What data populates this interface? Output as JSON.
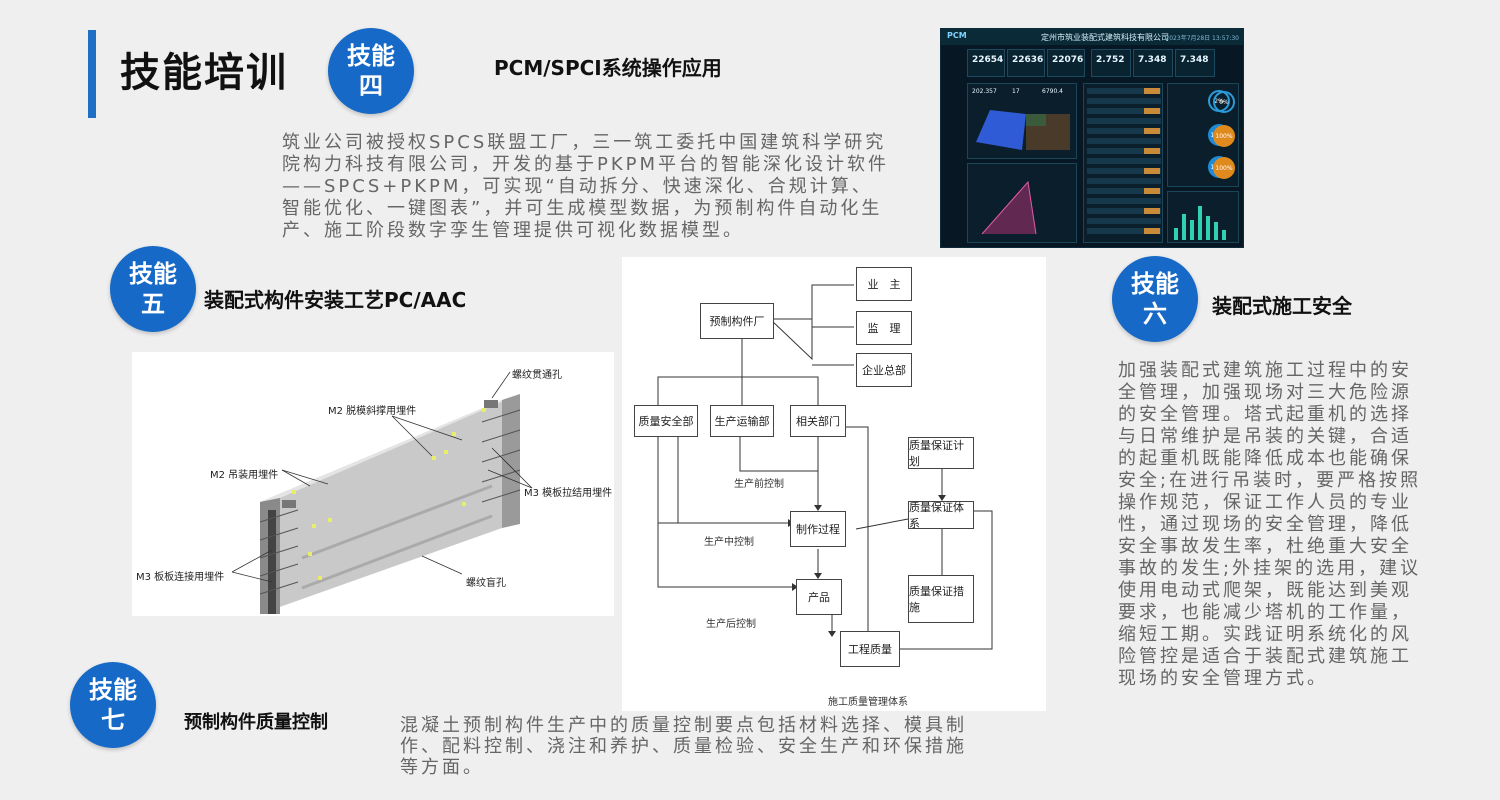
{
  "page": {
    "title": "技能培训"
  },
  "sections": {
    "s4": {
      "badge_top": "技能",
      "badge_bottom": "四",
      "title": "PCM/SPCI系统操作应用",
      "paragraph": "筑业公司被授权SPCS联盟工厂，三一筑工委托中国建筑科学研究院构力科技有限公司，开发的基于PKPM平台的智能深化设计软件——SPCS+PKPM，可实现“自动拆分、快速深化、合规计算、智能优化、一键图表”，并可生成模型数据，为预制构件自动化生产、施工阶段数字孪生管理提供可视化数据模型。"
    },
    "s5": {
      "badge_top": "技能",
      "badge_bottom": "五",
      "title": "装配式构件安装工艺PC/AAC"
    },
    "s6": {
      "badge_top": "技能",
      "badge_bottom": "六",
      "title": "装配式施工安全",
      "paragraph": "加强装配式建筑施工过程中的安全管理，加强现场对三大危险源的安全管理。塔式起重机的选择与日常维护是吊装的关键，合适的起重机既能降低成本也能确保安全;在进行吊装时，要严格按照操作规范，保证工作人员的专业性，通过现场的安全管理，降低安全事故发生率，杜绝重大安全事故的发生;外挂架的选用，建议使用电动式爬架，既能达到美观要求，也能减少塔机的工作量，缩短工期。实践证明系统化的风险管控是适合于装配式建筑施工现场的安全管理方式。"
    },
    "s7": {
      "badge_top": "技能",
      "badge_bottom": "七",
      "title": "预制构件质量控制",
      "paragraph": "混凝土预制构件生产中的质量控制要点包括材料选择、模具制作、配料控制、浇注和养护、质量检验、安全生产和环保措施等方面。"
    }
  },
  "dashboard": {
    "logo": "PCM",
    "title": "定州市筑业装配式建筑科技有限公司",
    "time": "2023年7月28日 13:57:30",
    "kpis": [
      "22654",
      "22636",
      "22076",
      "2.752",
      "7.348",
      "7.348"
    ],
    "left_values": [
      "202.357",
      "17",
      "6790.4"
    ],
    "rings": [
      "2%",
      "0%",
      "100%",
      "100%",
      "100%",
      "100%"
    ]
  },
  "component": {
    "labels": {
      "l1": "螺纹贯通孔",
      "l2": "M2 脱模斜撑用埋件",
      "l3": "M2 吊装用埋件",
      "l4": "M3 模板拉结用埋件",
      "l5": "M3 板板连接用埋件",
      "l6": "螺纹盲孔"
    }
  },
  "flowchart": {
    "owner": "业　主",
    "supervisor": "监　理",
    "hq": "企业总部",
    "factory": "预制构件厂",
    "qa_dept": "质量安全部",
    "prod_dept": "生产运输部",
    "related_dept": "相关部门",
    "qa_plan": "质量保证计划",
    "process": "制作过程",
    "qa_system": "质量保证体系",
    "product": "产品",
    "qa_measures": "质量保证措施",
    "eng_quality": "工程质量",
    "pre_control": "生产前控制",
    "mid_control": "生产中控制",
    "post_control": "生产后控制",
    "caption": "施工质量管理体系"
  },
  "colors": {
    "accent": "#1f6fc5",
    "badge": "#1669c6",
    "dash_bg": "#071824"
  }
}
